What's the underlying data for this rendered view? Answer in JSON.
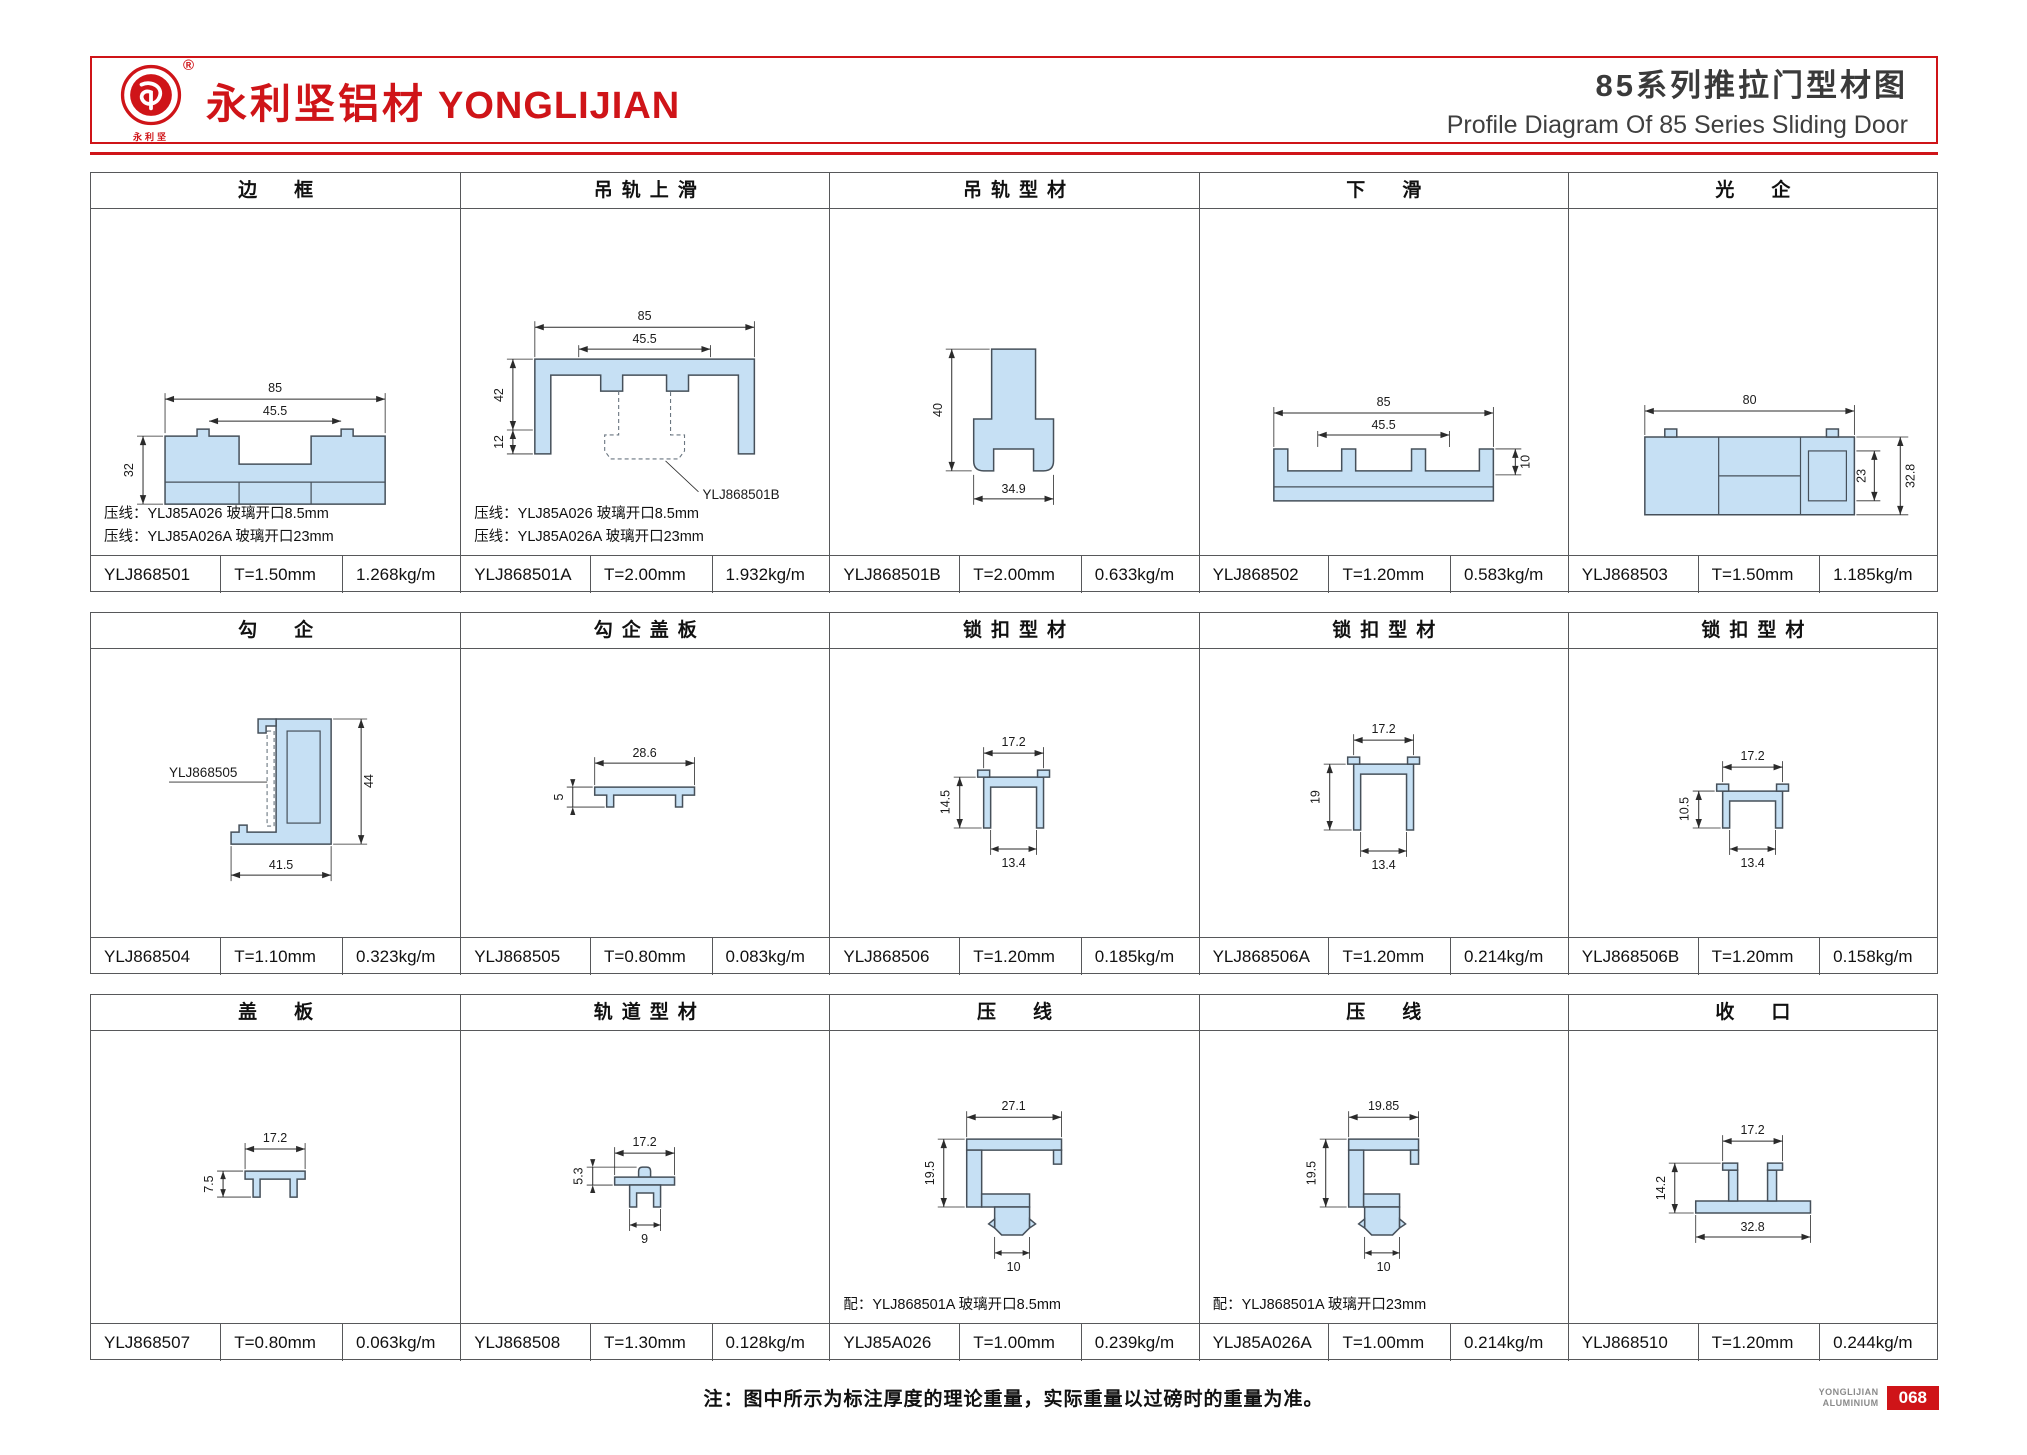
{
  "header": {
    "company_cn": "永利坚铝材",
    "company_en": "YONGLIJIAN",
    "registered": "®",
    "logo_caption": "永利坚",
    "title_cn": "85系列推拉门型材图",
    "title_en": "Profile Diagram Of 85 Series Sliding Door"
  },
  "colors": {
    "accent_red": "#cf1418",
    "profile_fill": "#c6e0f4",
    "border_color": "#57585a",
    "line_color": "#2b2b2b"
  },
  "rows": [
    {
      "cells": [
        {
          "title": "边　框",
          "model": "YLJ868501",
          "thickness": "T=1.50mm",
          "weight": "1.268kg/m",
          "notes": [
            "压线：YLJ85A026 玻璃开口8.5mm",
            "压线：YLJ85A026A 玻璃开口23mm"
          ],
          "dims": [
            "85",
            "45.5",
            "32"
          ]
        },
        {
          "title": "吊轨上滑",
          "model": "YLJ868501A",
          "thickness": "T=2.00mm",
          "weight": "1.932kg/m",
          "label": "YLJ868501B",
          "notes": [
            "压线：YLJ85A026 玻璃开口8.5mm",
            "压线：YLJ85A026A 玻璃开口23mm"
          ],
          "dims": [
            "85",
            "45.5",
            "42",
            "12"
          ]
        },
        {
          "title": "吊轨型材",
          "model": "YLJ868501B",
          "thickness": "T=2.00mm",
          "weight": "0.633kg/m",
          "dims": [
            "40",
            "34.9"
          ]
        },
        {
          "title": "下　滑",
          "model": "YLJ868502",
          "thickness": "T=1.20mm",
          "weight": "0.583kg/m",
          "dims": [
            "85",
            "45.5",
            "10"
          ]
        },
        {
          "title": "光　企",
          "model": "YLJ868503",
          "thickness": "T=1.50mm",
          "weight": "1.185kg/m",
          "dims": [
            "80",
            "23",
            "32.8"
          ]
        }
      ]
    },
    {
      "cells": [
        {
          "title": "勾　企",
          "model": "YLJ868504",
          "thickness": "T=1.10mm",
          "weight": "0.323kg/m",
          "label": "YLJ868505",
          "dims": [
            "44",
            "41.5"
          ]
        },
        {
          "title": "勾企盖板",
          "model": "YLJ868505",
          "thickness": "T=0.80mm",
          "weight": "0.083kg/m",
          "dims": [
            "28.6",
            "5"
          ]
        },
        {
          "title": "锁扣型材",
          "model": "YLJ868506",
          "thickness": "T=1.20mm",
          "weight": "0.185kg/m",
          "dims": [
            "17.2",
            "14.5",
            "13.4"
          ]
        },
        {
          "title": "锁扣型材",
          "model": "YLJ868506A",
          "thickness": "T=1.20mm",
          "weight": "0.214kg/m",
          "dims": [
            "17.2",
            "19",
            "13.4"
          ]
        },
        {
          "title": "锁扣型材",
          "model": "YLJ868506B",
          "thickness": "T=1.20mm",
          "weight": "0.158kg/m",
          "dims": [
            "17.2",
            "10.5",
            "13.4"
          ]
        }
      ]
    },
    {
      "cells": [
        {
          "title": "盖　板",
          "model": "YLJ868507",
          "thickness": "T=0.80mm",
          "weight": "0.063kg/m",
          "dims": [
            "17.2",
            "7.5"
          ]
        },
        {
          "title": "轨道型材",
          "model": "YLJ868508",
          "thickness": "T=1.30mm",
          "weight": "0.128kg/m",
          "dims": [
            "17.2",
            "5.3",
            "9"
          ]
        },
        {
          "title": "压　线",
          "model": "YLJ85A026",
          "thickness": "T=1.00mm",
          "weight": "0.239kg/m",
          "notes": [
            "配：YLJ868501A 玻璃开口8.5mm"
          ],
          "dims": [
            "27.1",
            "19.5",
            "10"
          ]
        },
        {
          "title": "压　线",
          "model": "YLJ85A026A",
          "thickness": "T=1.00mm",
          "weight": "0.214kg/m",
          "notes": [
            "配：YLJ868501A 玻璃开口23mm"
          ],
          "dims": [
            "19.85",
            "19.5",
            "10"
          ]
        },
        {
          "title": "收　口",
          "model": "YLJ868510",
          "thickness": "T=1.20mm",
          "weight": "0.244kg/m",
          "dims": [
            "17.2",
            "14.2",
            "32.8"
          ]
        }
      ]
    }
  ],
  "footnote": "注：图中所示为标注厚度的理论重量，实际重量以过磅时的重量为准。",
  "page_footer": {
    "brand_line1": "YONGLIJIAN",
    "brand_line2": "ALUMINIUM",
    "page_number": "068"
  }
}
